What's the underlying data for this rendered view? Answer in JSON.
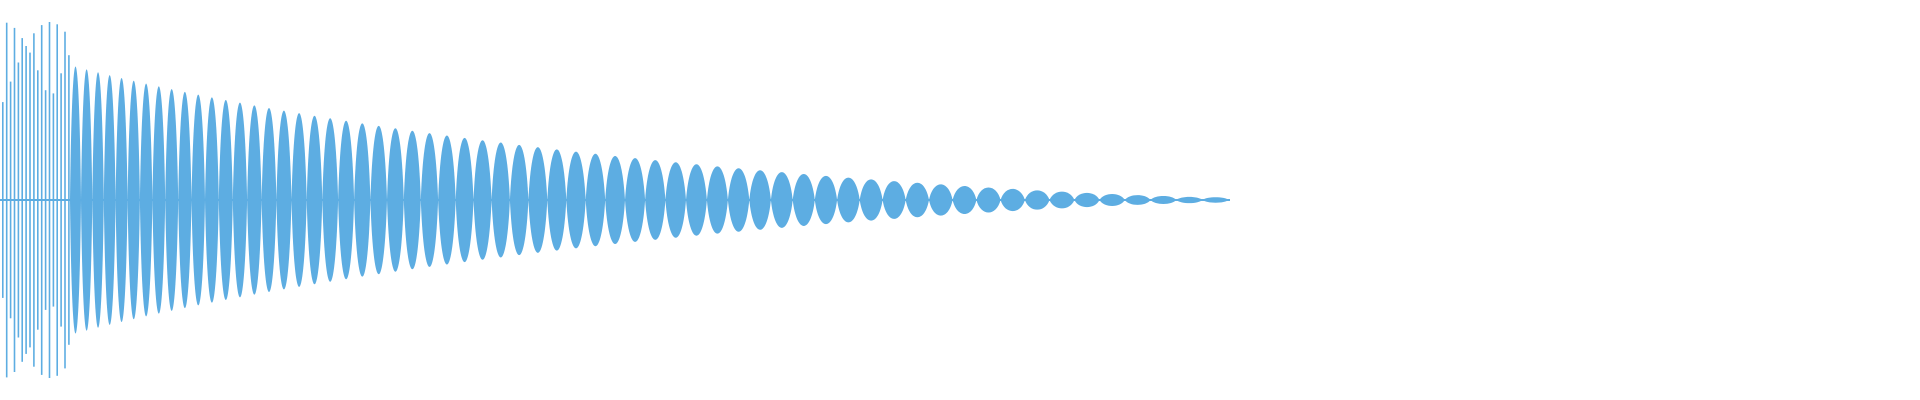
{
  "waveform": {
    "color": "#5DADE2",
    "background": "#FFFFFF",
    "description_shape": "decaying-oscillation",
    "peak_amplitude": 1.0,
    "decay_to": 0.02,
    "active_fraction": 0.64,
    "lobe_count": 62
  }
}
